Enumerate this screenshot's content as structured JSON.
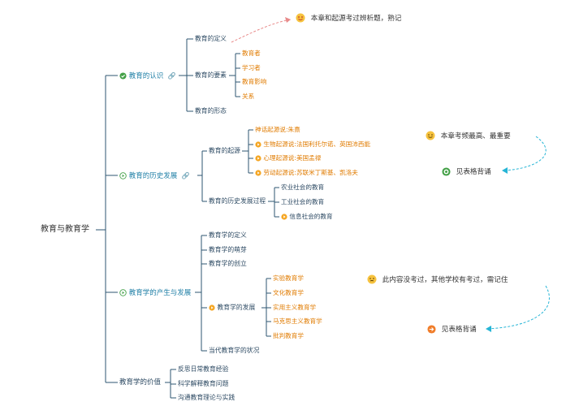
{
  "root": "教育与教育学",
  "branches": {
    "b1": {
      "label": "教育的认识",
      "c1": "教育的定义",
      "c2": "教育的要素",
      "c2_items": [
        "教育者",
        "学习者",
        "教育影响",
        "关系"
      ],
      "c3": "教育的形态"
    },
    "b2": {
      "label": "教育的历史发展",
      "c1": "教育的起源",
      "c1_items": [
        "神话起源说:朱熹",
        "生物起源说:法国利托尔诺、英国沛西能",
        "心理起源说:美国孟禄",
        "劳动起源说:苏联米丁斯基、凯洛夫"
      ],
      "c2": "教育的历史发展过程",
      "c2_items": [
        "农业社会的教育",
        "工业社会的教育",
        "信息社会的教育"
      ]
    },
    "b3": {
      "label": "教育学的产生与发展",
      "c1": "教育学的定义",
      "c2": "教育学的萌芽",
      "c3": "教育学的创立",
      "c4": "教育学的发展",
      "c4_items": [
        "实验教育学",
        "文化教育学",
        "实用主义教育学",
        "马克思主义教育学",
        "批判教育学"
      ],
      "c5": "当代教育学的状况"
    },
    "b4": {
      "label": "教育学的价值",
      "items": [
        "反思日常教育经验",
        "科学解释教育问题",
        "沟通教育理论与实践"
      ]
    }
  },
  "notes": {
    "n1": "本章和起源考过辨析题，熟记",
    "n2": "本章考频最高、最重要",
    "n3": "见表格背诵",
    "n4": "此内容没考过，其他学校有考过，需记住",
    "n5": "见表格背诵"
  },
  "colors": {
    "line": "#2d5570",
    "accent": "#1f7fa6",
    "orange": "#e07b00",
    "green": "#43a047",
    "dash_red": "#e88a8a",
    "dash_cyan": "#26b5d6"
  }
}
